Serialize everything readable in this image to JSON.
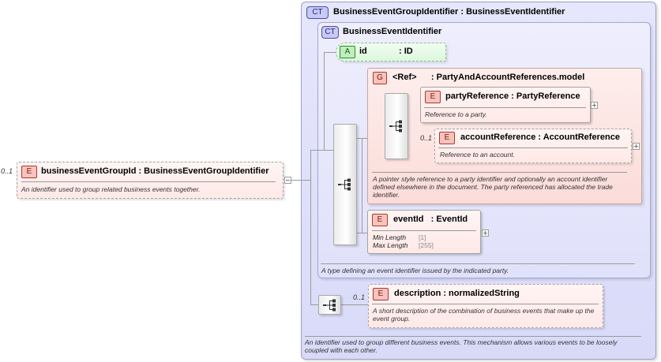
{
  "root_element": {
    "badge": "E",
    "occurrence": "0..1",
    "title": "businessEventGroupId : BusinessEventGroupIdentifier",
    "description": "An identifier used to group related business events together."
  },
  "outer_type": {
    "badge": "CT",
    "title": "BusinessEventGroupIdentifier : BusinessEventIdentifier",
    "description": "An identifier used to group different business events. This mechanism allows various events to be loosely coupled with each other."
  },
  "inner_type": {
    "badge": "CT",
    "title": "BusinessEventIdentifier",
    "description": "A type defining an event identifier issued by the indicated party."
  },
  "attribute": {
    "badge": "A",
    "name": "id",
    "type": ": ID"
  },
  "group": {
    "badge": "G",
    "title": "<Ref>      : PartyAndAccountReferences.model",
    "description": "A pointer style reference to a party identifier and optionally an account identifier defined elsewhere in the document. The party referenced has allocated the trade identifier."
  },
  "party_reference": {
    "badge": "E",
    "title": "partyReference : PartyReference",
    "description": "Reference to a party."
  },
  "account_reference": {
    "badge": "E",
    "occurrence": "0..1",
    "title": "accountReference : AccountReference",
    "description": "Reference to an account."
  },
  "event_id": {
    "badge": "E",
    "title": "eventId   : EventId",
    "facets": [
      {
        "key": "Min Length",
        "value": "[1]"
      },
      {
        "key": "Max Length",
        "value": "[255]"
      }
    ]
  },
  "description_element": {
    "badge": "E",
    "occurrence": "0..1",
    "title": "description : normalizedString",
    "description": "A short description of the combination of business events that make up the event group."
  },
  "colors": {
    "element_bg": "#ffe9e7",
    "type_bg": "#e3e4fb",
    "attribute_bg": "#e3fae3",
    "group_bg": "#fde5e3"
  }
}
